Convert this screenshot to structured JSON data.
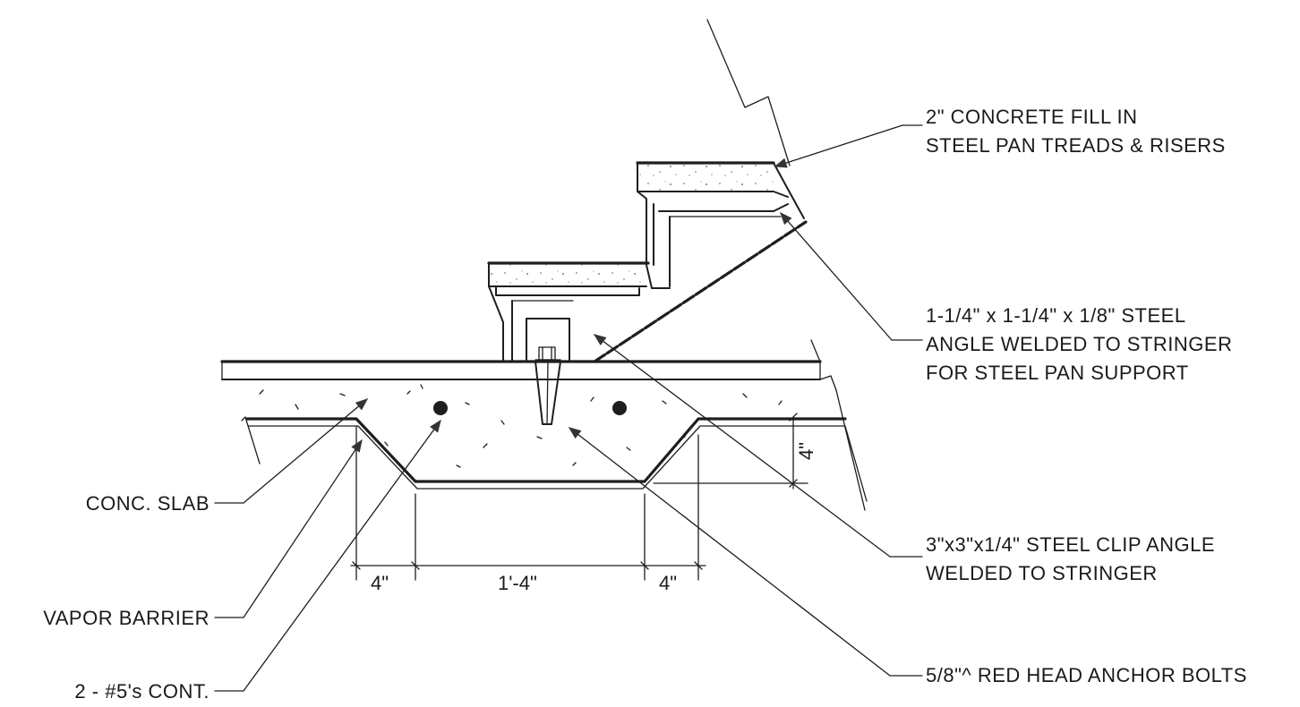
{
  "labels": {
    "concrete_fill_line1": "2\" CONCRETE FILL IN",
    "concrete_fill_line2": "STEEL PAN TREADS & RISERS",
    "steel_angle_line1": "1-1/4\" x 1-1/4\" x 1/8\" STEEL",
    "steel_angle_line2": "ANGLE WELDED TO STRINGER",
    "steel_angle_line3": "FOR STEEL PAN SUPPORT",
    "clip_angle_line1": "3\"x3\"x1/4\" STEEL CLIP ANGLE",
    "clip_angle_line2": "WELDED TO STRINGER",
    "anchor_bolts": "5/8\"^ RED HEAD ANCHOR BOLTS",
    "conc_slab": "CONC. SLAB",
    "vapor_barrier": "VAPOR BARRIER",
    "rebar": "2 - #5's CONT."
  },
  "dimensions": {
    "left_slope": "4\"",
    "bottom_width": "1'-4\"",
    "right_slope": "4\"",
    "depth": "4\""
  },
  "colors": {
    "line": "#1e1e1e",
    "background": "#ffffff"
  }
}
